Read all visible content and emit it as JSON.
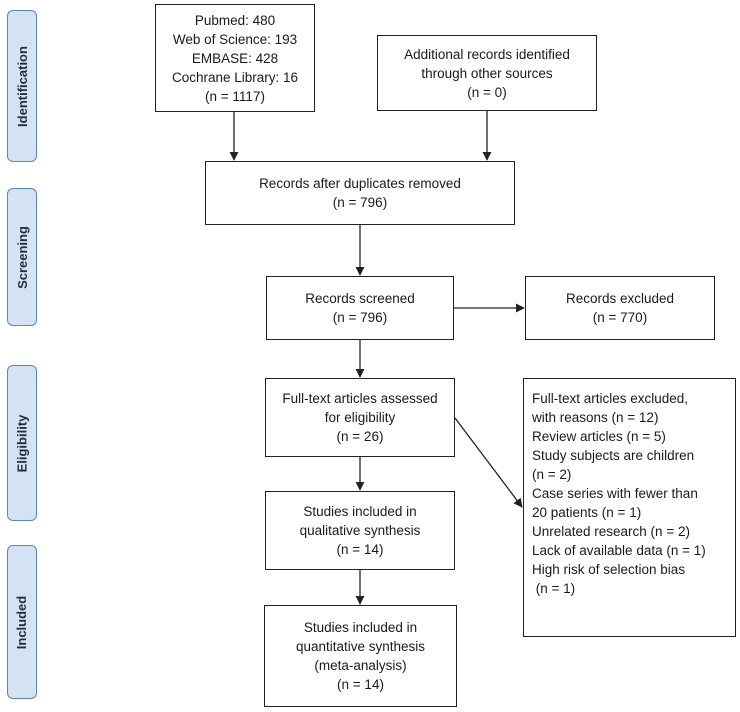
{
  "phases": {
    "identification": "Identification",
    "screening": "Screening",
    "eligibility": "Eligibility",
    "included": "Included"
  },
  "boxes": {
    "databases": [
      "Pubmed: 480",
      "Web of Science: 193",
      "EMBASE: 428",
      "Cochrane Library: 16",
      "(n = 1117)"
    ],
    "other_sources": [
      "Additional records identified",
      "through other sources",
      "(n = 0)"
    ],
    "after_duplicates": [
      "Records after duplicates removed",
      "(n = 796)"
    ],
    "screened": [
      "Records screened",
      "(n = 796)"
    ],
    "excluded": [
      "Records excluded",
      "(n = 770)"
    ],
    "fulltext_assessed": [
      "Full-text articles assessed",
      "for eligibility",
      "(n = 26)"
    ],
    "fulltext_excluded": [
      "Full-text articles excluded,",
      "with reasons (n = 12)",
      "Review articles (n = 5)",
      "Study subjects are children",
      "(n = 2)",
      "Case series with fewer than",
      "20 patients (n = 1)",
      "Unrelated research (n = 2)",
      "Lack of available data (n = 1)",
      "High risk of selection bias",
      " (n = 1)"
    ],
    "qualitative": [
      "Studies included in",
      "qualitative synthesis",
      "(n = 14)"
    ],
    "quantitative": [
      "Studies included in",
      "quantitative synthesis",
      "(meta-analysis)",
      "(n = 14)"
    ]
  }
}
